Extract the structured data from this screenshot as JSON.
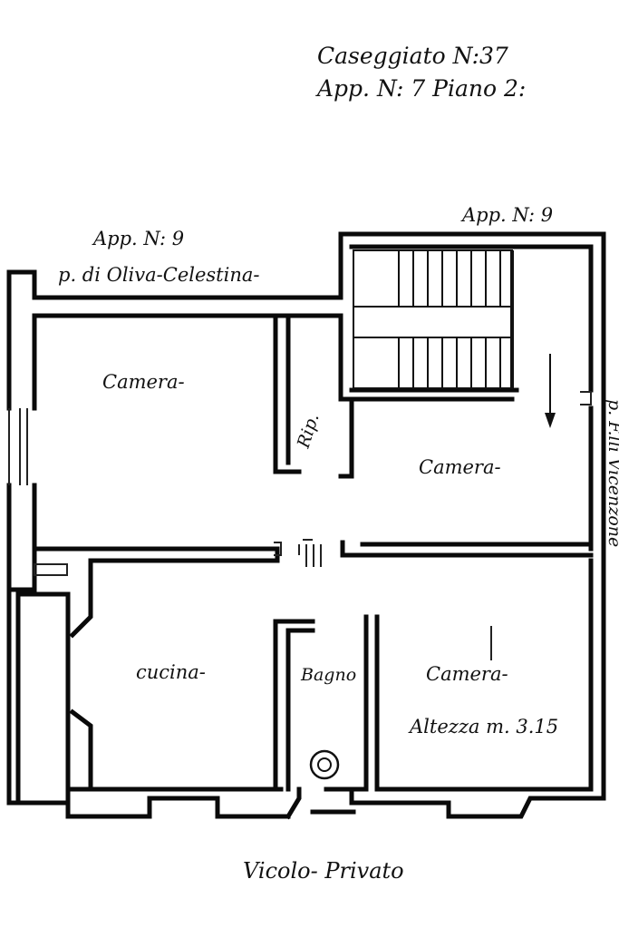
{
  "header": {
    "line1": "Caseggiato N:37",
    "line2": "App. N: 7  Piano 2:"
  },
  "neighbors": {
    "top_left_app": "App. N: 9",
    "top_left_owner": "p. di Oliva-Celestina-",
    "top_right_app": "App. N: 9",
    "right_side": "p. F.lli Vicenzone"
  },
  "rooms": {
    "camera_nw": "Camera-",
    "ripostiglio": "Rip.",
    "camera_ne": "Camera-",
    "cucina": "cucina-",
    "bagno": "Bagno",
    "camera_se": "Camera-",
    "height": "Altezza m. 3.15"
  },
  "street": "Vicolo- Privato"
}
